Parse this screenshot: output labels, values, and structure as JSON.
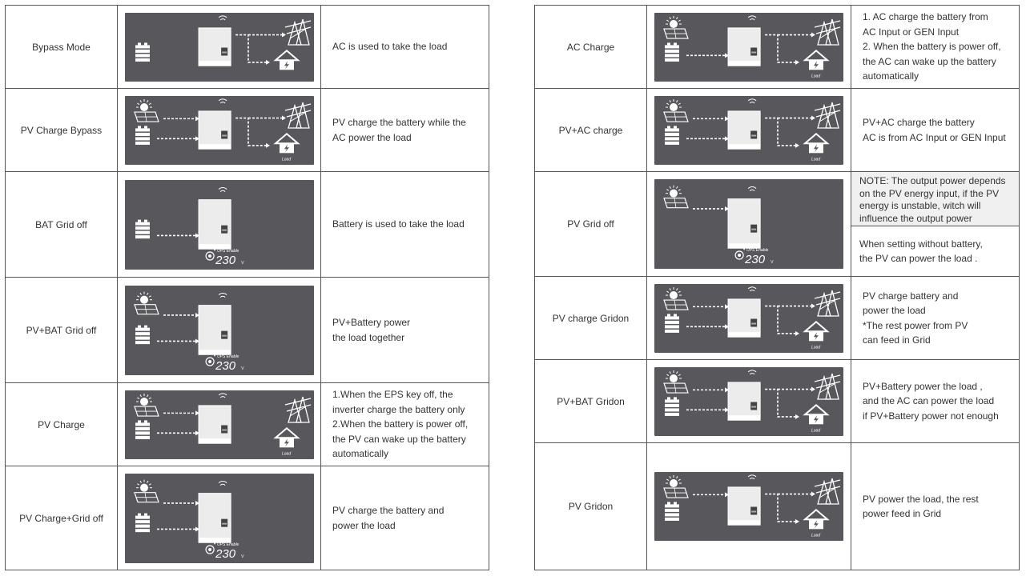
{
  "left_table": [
    {
      "mode": "Bypass Mode",
      "pv": false,
      "bat": true,
      "bat_arrow": false,
      "pv_arrow": false,
      "grid": true,
      "load": true,
      "load_word": false,
      "ups": false,
      "desc": [
        "AC is used to take the load"
      ]
    },
    {
      "mode": "PV Charge Bypass",
      "pv": true,
      "bat": true,
      "bat_arrow": true,
      "pv_arrow": true,
      "grid": true,
      "load": true,
      "load_word": true,
      "ups": false,
      "desc": [
        "PV charge the battery while the",
        "AC power the load"
      ]
    },
    {
      "mode": "BAT Grid off",
      "pv": false,
      "bat": true,
      "bat_arrow": true,
      "pv_arrow": false,
      "grid": false,
      "load": false,
      "load_word": false,
      "ups": true,
      "desc": [
        "Battery is used to take the load"
      ]
    },
    {
      "mode": "PV+BAT Grid off",
      "pv": true,
      "bat": true,
      "bat_arrow": true,
      "pv_arrow": true,
      "grid": false,
      "load": false,
      "load_word": false,
      "ups": true,
      "desc": [
        "PV+Battery power",
        "the load together"
      ]
    },
    {
      "mode": "PV Charge",
      "pv": true,
      "bat": true,
      "bat_arrow": true,
      "pv_arrow": true,
      "grid": true,
      "load": true,
      "load_word": true,
      "ups": false,
      "grid_lines": false,
      "desc": [
        "1.When the EPS key off, the",
        "inverter charge the battery only",
        "2.When the battery is power off,",
        "the PV can wake up the battery",
        "automatically"
      ]
    },
    {
      "mode": "PV Charge+Grid off",
      "pv": true,
      "bat": true,
      "bat_arrow": true,
      "pv_arrow": true,
      "grid": false,
      "load": false,
      "load_word": false,
      "ups": true,
      "desc": [
        "PV charge the battery and",
        "power the load"
      ]
    }
  ],
  "right_table": [
    {
      "mode": "AC Charge",
      "pv": true,
      "bat": true,
      "bat_arrow": true,
      "pv_arrow": false,
      "grid": true,
      "load": true,
      "load_word": true,
      "ups": false,
      "desc": [
        "1. AC charge the battery from",
        "AC Input or GEN Input",
        "2. When the battery is power off,",
        "the AC can wake up the battery",
        "automatically"
      ]
    },
    {
      "mode": "PV+AC charge",
      "pv": true,
      "bat": true,
      "bat_arrow": true,
      "pv_arrow": true,
      "grid": true,
      "load": true,
      "load_word": true,
      "ups": false,
      "desc": [
        "PV+AC charge the battery",
        "AC is from AC Input or GEN Input"
      ]
    },
    {
      "mode": "PV Grid off",
      "pv": true,
      "bat": false,
      "bat_arrow": false,
      "pv_arrow": true,
      "grid": false,
      "load": false,
      "load_word": false,
      "ups": true,
      "note": [
        "NOTE: The output power depends",
        "on the PV energy input, if the PV",
        "energy is unstable, witch will",
        "influence the output power"
      ],
      "desc": [
        "When setting without battery,",
        "the PV can power the load ."
      ]
    },
    {
      "mode": "PV charge Gridon",
      "pv": true,
      "bat": true,
      "bat_arrow": true,
      "pv_arrow": true,
      "grid": true,
      "load": true,
      "load_word": true,
      "ups": false,
      "desc": [
        "PV charge battery and",
        "power the load",
        "*The rest power from PV",
        "can feed in Grid"
      ]
    },
    {
      "mode": "PV+BAT Gridon",
      "pv": true,
      "bat": true,
      "bat_arrow": true,
      "pv_arrow": true,
      "grid": true,
      "load": true,
      "load_word": true,
      "ups": false,
      "desc": [
        "PV+Battery power the load ,",
        "and the AC can power the load",
        "if PV+Battery power not enough"
      ]
    },
    {
      "mode": "PV Gridon",
      "pv": true,
      "bat": true,
      "bat_arrow": false,
      "pv_arrow": true,
      "grid": true,
      "load": true,
      "load_word": true,
      "ups": false,
      "desc": [
        "PV power the load, the rest",
        "power feed in Grid"
      ]
    }
  ],
  "labels": {
    "ups_enable": "UPS Enable",
    "voltage": "230",
    "volt_unit": "V",
    "load_word": "Load"
  }
}
